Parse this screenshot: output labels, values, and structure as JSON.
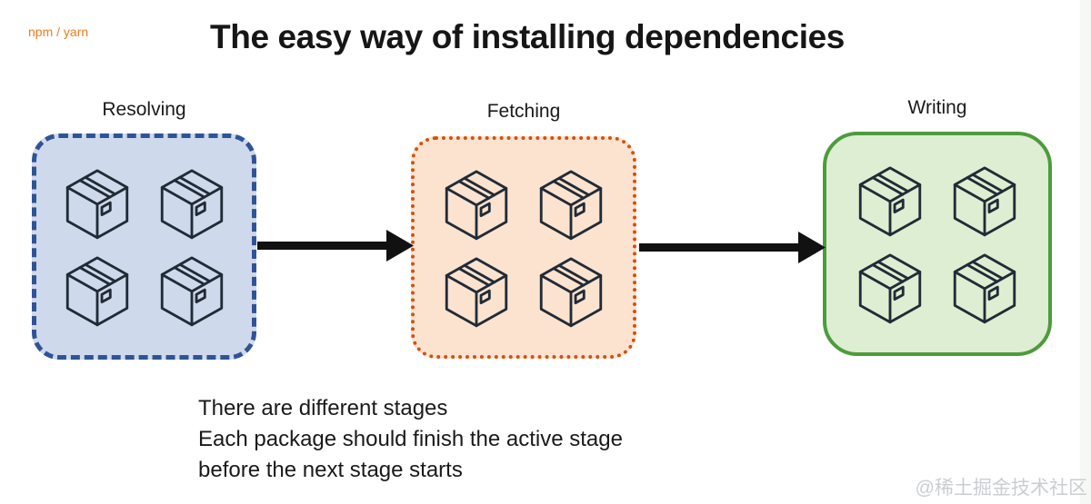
{
  "slide": {
    "corner_label": "npm / yarn",
    "title": "The easy way of installing dependencies",
    "watermark": "@稀土掘金技术社区"
  },
  "stages": [
    {
      "label": "Resolving",
      "packages": 4,
      "fill": "#cfd9ec",
      "border_color": "#2f5496",
      "border_style": "dashed"
    },
    {
      "label": "Fetching",
      "packages": 4,
      "fill": "#fce3d0",
      "border_color": "#cf5310",
      "border_style": "dotted"
    },
    {
      "label": "Writing",
      "packages": 4,
      "fill": "#ddeed2",
      "border_color": "#4d9c3c",
      "border_style": "solid"
    }
  ],
  "arrows": [
    {
      "from": "Resolving",
      "to": "Fetching"
    },
    {
      "from": "Fetching",
      "to": "Writing"
    }
  ],
  "notes": {
    "lines": [
      "There are different stages",
      "Each package should finish the active stage",
      "before the next stage starts"
    ]
  },
  "colors": {
    "corner_label": "#ee7c1e",
    "body_text": "#1a1a1a",
    "arrow": "#111111",
    "package_outline": "#212b36",
    "watermark": "#bfc3c6"
  }
}
